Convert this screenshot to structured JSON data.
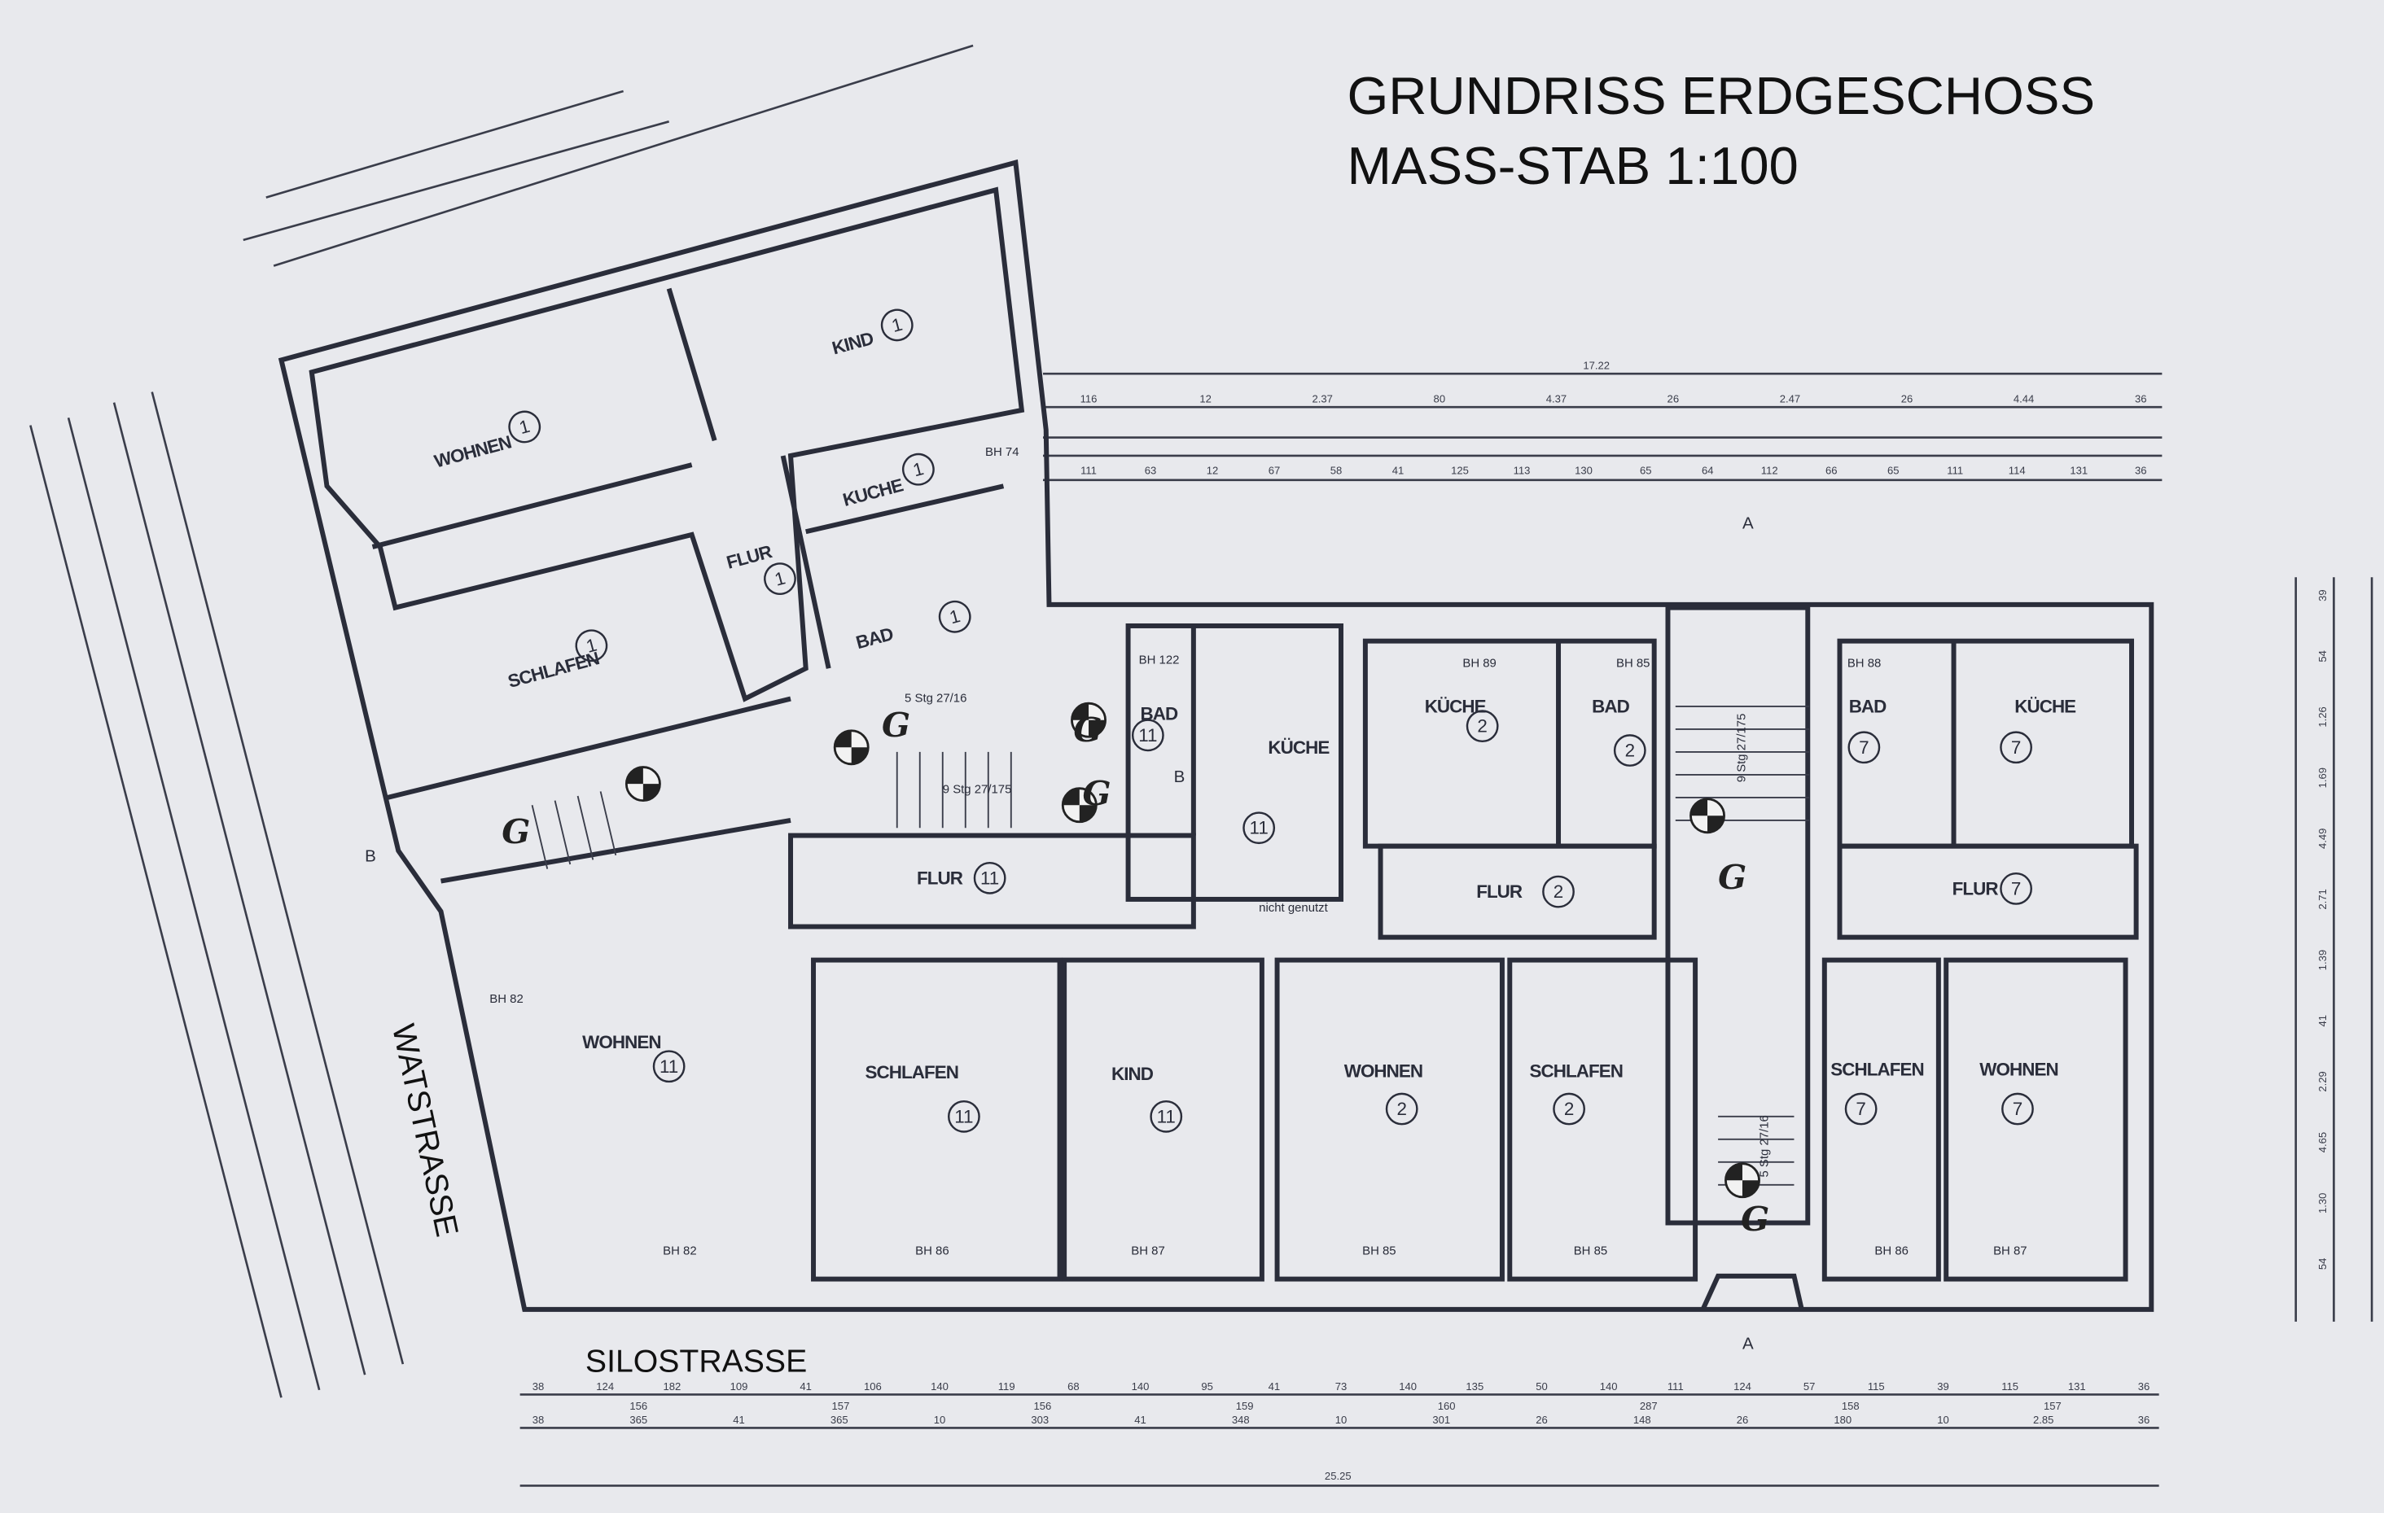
{
  "title": {
    "line1": "GRUNDRISS ERDGESCHOSS",
    "line2": "MASS-STAB 1:100"
  },
  "streets": {
    "west": "WATSTRASSE",
    "south": "SILOSTRASSE"
  },
  "rooms": [
    {
      "name": "WOHNEN",
      "unit": "1"
    },
    {
      "name": "KIND",
      "unit": "1"
    },
    {
      "name": "KUCHE",
      "unit": "1"
    },
    {
      "name": "FLUR",
      "unit": "1"
    },
    {
      "name": "SCHLAFEN",
      "unit": "1"
    },
    {
      "name": "BAD",
      "unit": "1"
    },
    {
      "name": "WOHNEN",
      "unit": "11"
    },
    {
      "name": "SCHLAFEN",
      "unit": "11"
    },
    {
      "name": "KIND",
      "unit": "11"
    },
    {
      "name": "FLUR",
      "unit": "11"
    },
    {
      "name": "BAD",
      "unit": "11"
    },
    {
      "name": "KÜCHE",
      "unit": "11"
    },
    {
      "name": "KÜCHE",
      "unit": "2"
    },
    {
      "name": "BAD",
      "unit": "2"
    },
    {
      "name": "FLUR",
      "unit": "2"
    },
    {
      "name": "WOHNEN",
      "unit": "2"
    },
    {
      "name": "SCHLAFEN",
      "unit": "2"
    },
    {
      "name": "BAD",
      "unit": "7"
    },
    {
      "name": "KÜCHE",
      "unit": "7"
    },
    {
      "name": "FLUR",
      "unit": "7"
    },
    {
      "name": "SCHLAFEN",
      "unit": "7"
    },
    {
      "name": "WOHNEN",
      "unit": "7"
    }
  ],
  "annotations": {
    "section_a": "A",
    "section_b": "B",
    "not_used": "nicht genutzt",
    "stairs": [
      "9 Stg 27/175",
      "5 Stg 27/16",
      "9 Stg 27/175",
      "5 Stg 27/16"
    ],
    "handwritten_mark": "G",
    "sill_heights": [
      "BH 86",
      "BH 87",
      "BH 85",
      "BH 85",
      "BH 86",
      "BH 87",
      "BH 82",
      "BH 122",
      "BH 89",
      "BH 85",
      "BH 88",
      "BH 74",
      "BH 82"
    ]
  },
  "dimensions": {
    "top_total": "17.22",
    "top_row": [
      "116",
      "12",
      "2.37",
      "80",
      "4.37",
      "26",
      "2.47",
      "26",
      "4.44",
      "36"
    ],
    "top_row2": [
      "111",
      "63",
      "12",
      "67",
      "58",
      "41",
      "125",
      "113",
      "130",
      "65",
      "64",
      "112",
      "66",
      "65",
      "111",
      "114",
      "131",
      "36"
    ],
    "bottom_row1": [
      "38",
      "124",
      "182",
      "109",
      "41",
      "106",
      "140",
      "119",
      "68",
      "140",
      "95",
      "41",
      "73",
      "140",
      "135",
      "50",
      "140",
      "111",
      "124",
      "57",
      "115",
      "39",
      "115",
      "131",
      "36"
    ],
    "bottom_row2": [
      "156",
      "157",
      "156",
      "159",
      "160",
      "287",
      "158",
      "157"
    ],
    "bottom_row3": [
      "38",
      "365",
      "41",
      "365",
      "10",
      "303",
      "41",
      "348",
      "10",
      "301",
      "26",
      "148",
      "26",
      "180",
      "10",
      "2.85",
      "36"
    ],
    "bottom_total": "25.25",
    "right_col": [
      "39",
      "54",
      "1.26",
      "1.69",
      "4.49",
      "2.71",
      "1.39",
      "41",
      "2.29",
      "4.65",
      "1.30",
      "54"
    ]
  }
}
